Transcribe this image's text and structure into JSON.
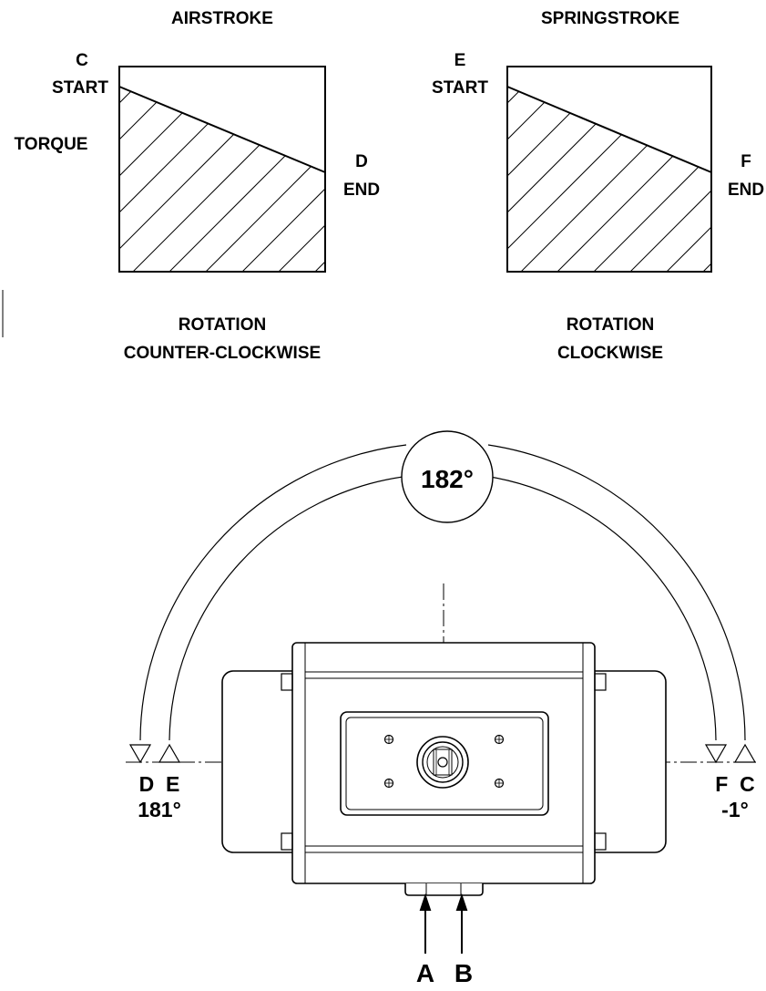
{
  "airstroke": {
    "title": "AIRSTROKE",
    "start_letter": "C",
    "start_label": "START",
    "end_letter": "D",
    "end_label": "END",
    "axis_label": "TORQUE",
    "rotation_line1": "ROTATION",
    "rotation_line2": "COUNTER-CLOCKWISE"
  },
  "springstroke": {
    "title": "SPRINGSTROKE",
    "start_letter": "E",
    "start_label": "START",
    "end_letter": "F",
    "end_label": "END",
    "rotation_line1": "ROTATION",
    "rotation_line2": "CLOCKWISE"
  },
  "rotation": {
    "total_angle": "182°",
    "left_letters": "D  E",
    "left_angle": "181°",
    "right_letters": "F  C",
    "right_angle": "-1°"
  },
  "ports": {
    "port_a": "A",
    "port_b": "B"
  }
}
